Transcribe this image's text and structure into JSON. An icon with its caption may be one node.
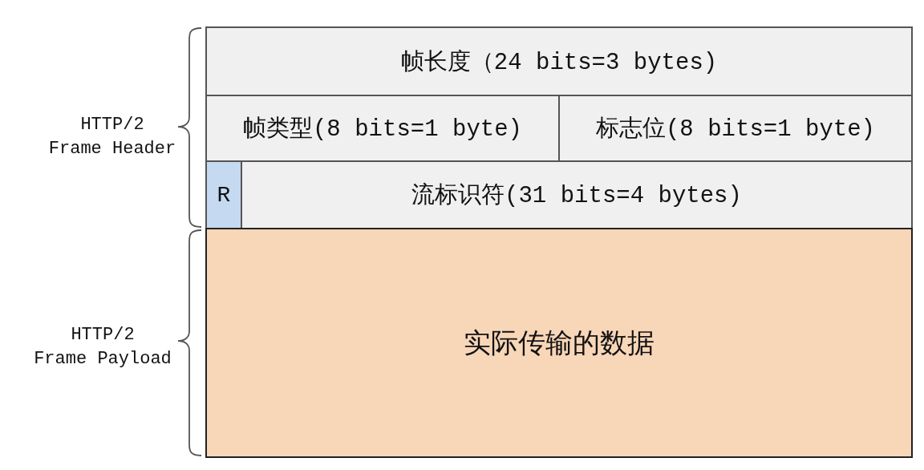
{
  "diagram": {
    "nodes": [
      {
        "text": [
          "帧长度（24 bits=3 bytes)"
        ]
      },
      {
        "text": [
          "帧类型(8 bits=1 byte)"
        ]
      },
      {
        "text": [
          "标志位(8 bits=1 byte)"
        ]
      },
      {
        "text": [
          "R"
        ]
      },
      {
        "text": [
          "流标识符(31 bits=4 bytes)"
        ]
      },
      {
        "text": [
          "实际传输的数据"
        ]
      }
    ],
    "labels": [
      "HTTP/2 Frame Header",
      "HTTP/2 Frame Payload"
    ]
  }
}
